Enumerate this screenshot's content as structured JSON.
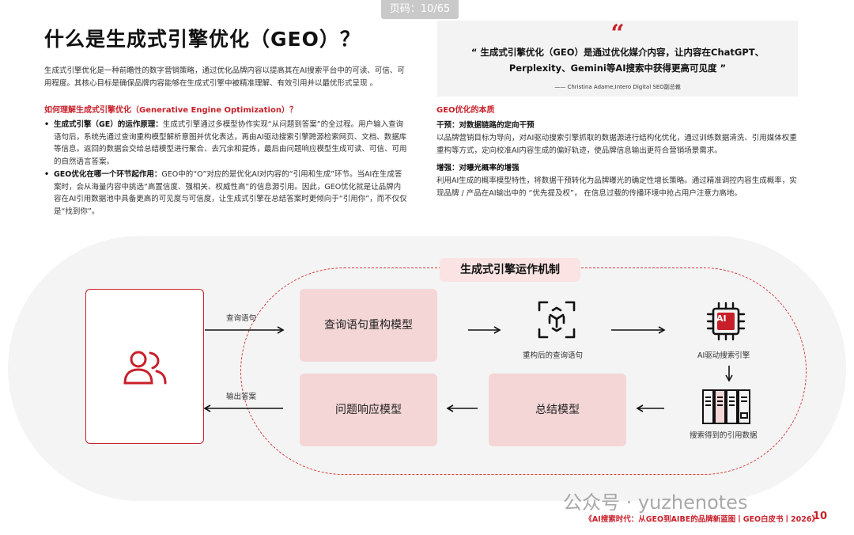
{
  "page_badge": "页码：10/65",
  "title": "什么是生成式引擎优化（GEO）？",
  "intro": "生成式引擎优化是一种前瞻性的数字营销策略，通过优化品牌内容以提高其在AI搜索平台中的可读、可信、可用程度。其核心目标是确保品牌内容能够在生成式引擎中被精准理解、有效引用并以最优形式呈现 。",
  "section_heading": "如何理解生成式引擎优化（Generative Engine Optimization）？",
  "bullets": [
    {
      "term": "生成式引擎（GE）的运作原理：",
      "text": "生成式引擎通过多模型协作实现“从问题到答案”的全过程。用户输入查询语句后，系统先通过查询重构模型解析意图并优化表达，再由AI驱动搜索引擎跨源检索网页、文档、数据库等信息。返回的数据会交给总结模型进行聚合、去冗余和提炼，最后由问题响应模型生成可读、可信、可用的自然语言答案。"
    },
    {
      "term": "GEO优化在哪一个环节起作用：",
      "text": "GEO中的“O”对应的是优化AI对内容的“引用和生成”环节。当AI在生成答案时，会从海量内容中挑选“高置信度、强相关、权威性高”的信息源引用。因此，GEO优化就是让品牌内容在AI引用数据池中具备更高的可见度与可信度，让生成式引擎在总结答案时更倾向于“引用你”，而不仅仅是“找到你”。"
    }
  ],
  "quote": {
    "mark": "“",
    "text": "“ 生成式引擎优化（GEO）是通过优化媒介内容，让内容在ChatGPT、Perplexity、Gemini等AI搜索中获得更高可见度 ”",
    "author": "—— Christina Adame,Intero Digital SEO副总裁"
  },
  "essence": {
    "heading": "GEO优化的本质",
    "items": [
      {
        "title": "干预：对数据链路的定向干预",
        "text": "以品牌营销目标为导向，对AI驱动搜索引擎抓取的数据源进行结构化优化，通过训练数据清洗、引用媒体权重重构等方式，定向校准AI内容生成的偏好轨迹，使品牌信息输出更符合营销场景需求。"
      },
      {
        "title": "增强：对曝光概率的增强",
        "text": "利用AI生成的概率模型特性，将数据干预转化为品牌曝光的确定性增长策略。通过精准调控内容生成概率，实现品牌 / 产品在AI输出中的 “优先提及权”， 在信息过载的传播环境中抢占用户注意力高地。"
      }
    ]
  },
  "diagram": {
    "title": "生成式引擎运作机制",
    "query_label": "查询语句",
    "answer_label": "输出答案",
    "rewrite_model": "查询语句重构模型",
    "rewritten_query": "重构后的查询语句",
    "ai_engine": "AI驱动搜索引擎",
    "cited_data": "搜索得到的引用数据",
    "summary_model": "总结模型",
    "response_model": "问题响应模型",
    "ai_chip_text": "AI"
  },
  "footer": "《AI搜索时代：从GEO到AIBE的品牌新蓝图丨GEO白皮书丨2026》",
  "page_number": "10",
  "watermark": "公众号 · yuzhenotes",
  "colors": {
    "accent": "#c8202a",
    "box_fill": "#f4d6d6",
    "title_fill": "#fbe3e3",
    "panel": "#f4f4f4"
  }
}
